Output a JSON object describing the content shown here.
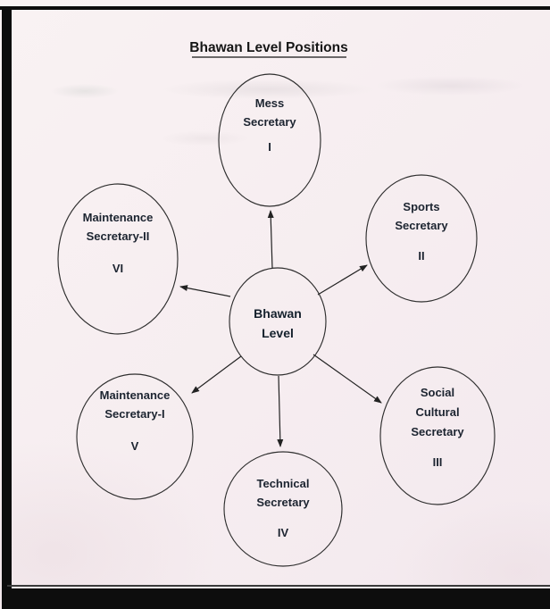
{
  "colors": {
    "paper": "#f6edf0",
    "ink": "#1c1c1c"
  },
  "title": "Bhawan Level Positions",
  "center_node": {
    "line1": "Bhawan",
    "line2": "Level"
  },
  "nodes": {
    "mess": {
      "line1": "Mess",
      "line2": "Secretary",
      "numeral": "I"
    },
    "sports": {
      "line1": "Sports",
      "line2": "Secretary",
      "numeral": "II"
    },
    "social": {
      "line1": "Social",
      "line2": "Cultural",
      "line3": "Secretary",
      "numeral": "III"
    },
    "technical": {
      "line1": "Technical",
      "line2": "Secretary",
      "numeral": "IV"
    },
    "maintenance_one": {
      "line1": "Maintenance",
      "line2": "Secretary-I",
      "numeral": "V"
    },
    "maintenance_two": {
      "line1": "Maintenance",
      "line2": "Secretary-II",
      "numeral": "VI"
    }
  }
}
